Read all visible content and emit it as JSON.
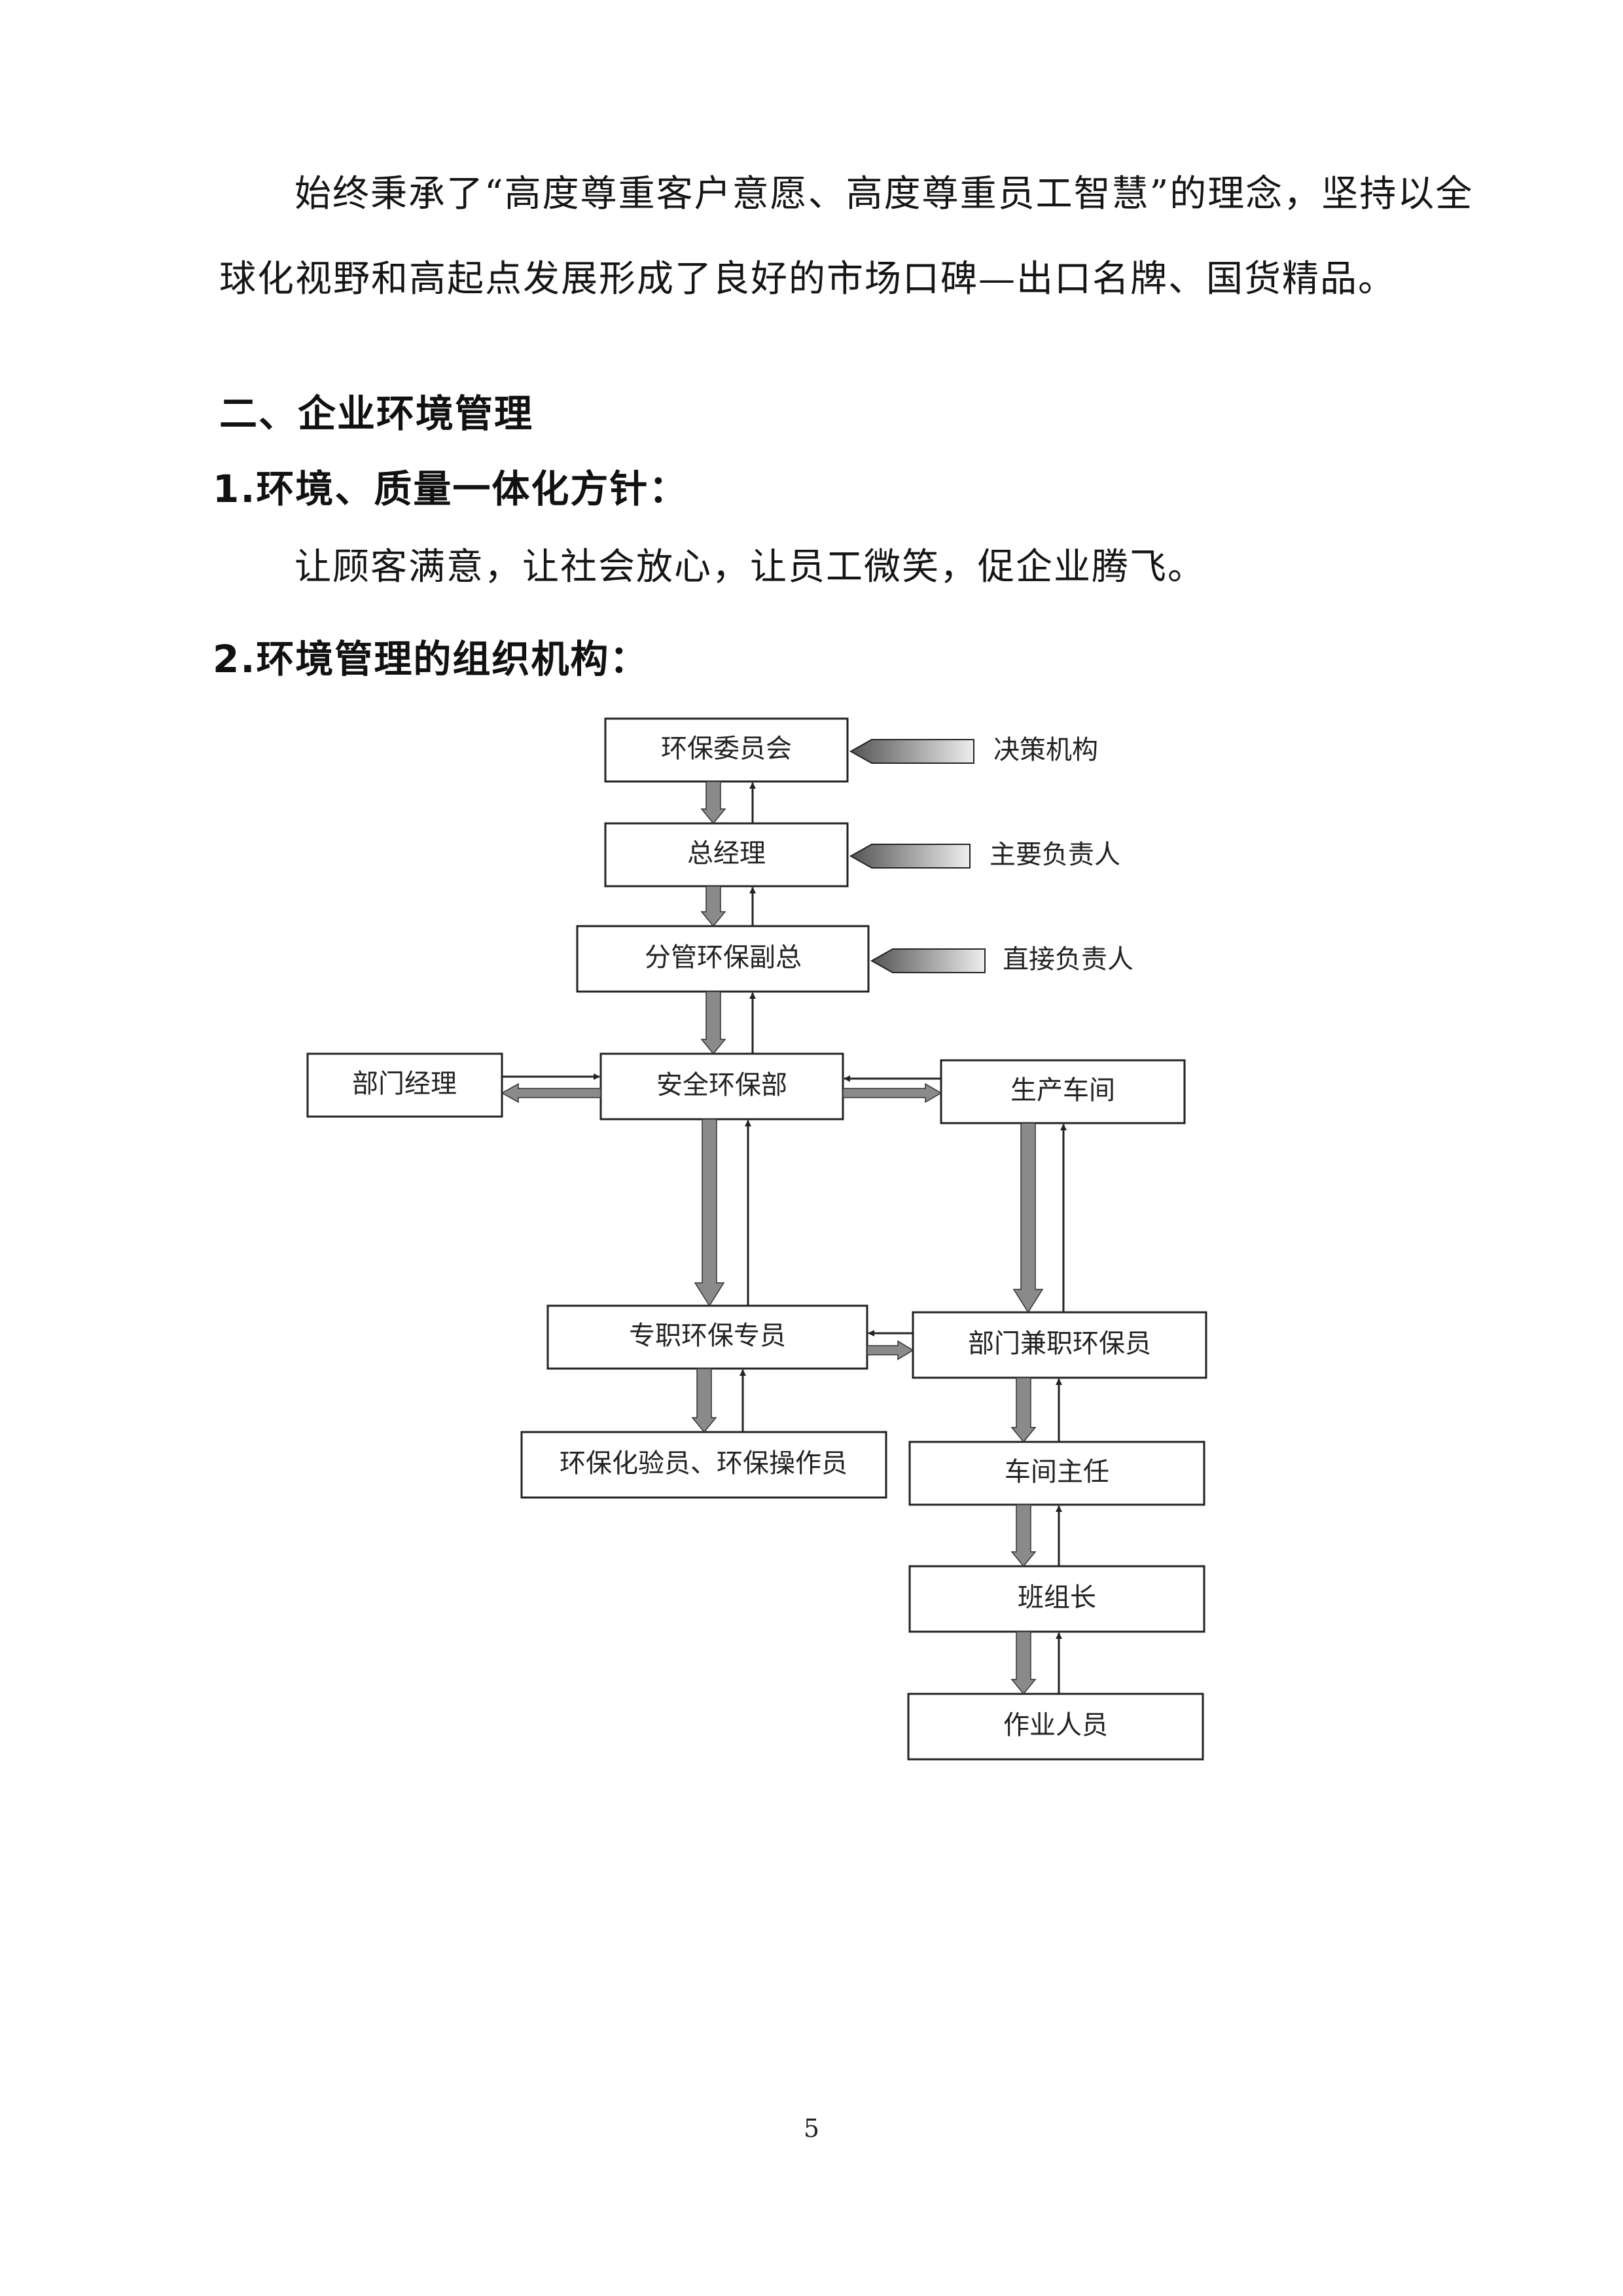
{
  "intro": {
    "line1": "始终秉承了“高度尊重客户意愿、高度尊重员工智慧”的理念，坚持以全",
    "line2": "球化视野和高起点发展形成了良好的市场口碑—出口名牌、国货精品。"
  },
  "section_title": "二、企业环境管理",
  "policy": {
    "heading": "1.环境、质量一体化方针：",
    "text": "让顾客满意，让社会放心，让员工微笑，促企业腾飞。"
  },
  "org": {
    "heading": "2.环境管理的组织机构：",
    "boxes": {
      "committee": "环保委员会",
      "general_manager": "总经理",
      "vice_gm": "分管环保副总",
      "dept_manager": "部门经理",
      "safety_dept": "安全环保部",
      "workshop": "生产车间",
      "fulltime_specialist": "专职环保专员",
      "parttime_officer": "部门兼职环保员",
      "lab_operators": "环保化验员、环保操作员",
      "workshop_director": "车间主任",
      "team_leader": "班组长",
      "workers": "作业人员"
    },
    "labels": {
      "decision": "决策机构",
      "main_responsible": "主要负责人",
      "direct_responsible": "直接负责人"
    }
  },
  "page_number": "5"
}
